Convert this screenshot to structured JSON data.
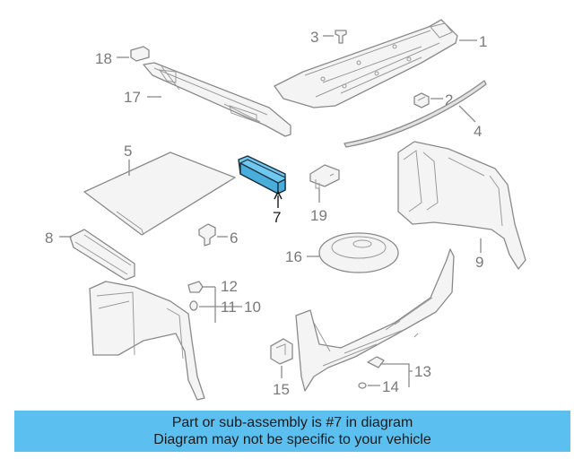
{
  "callouts": {
    "c1": "1",
    "c2": "2",
    "c3": "3",
    "c4": "4",
    "c5": "5",
    "c6": "6",
    "c7": "7",
    "c8": "8",
    "c9": "9",
    "c10": "10",
    "c11": "11",
    "c12": "12",
    "c13": "13",
    "c14": "14",
    "c15": "15",
    "c16": "16",
    "c17": "17",
    "c18": "18",
    "c19": "19"
  },
  "highlighted_part": "7",
  "colors": {
    "highlight": "#6ec8f0",
    "caption_bg": "#5bc0f0",
    "line": "#8a8a8a"
  },
  "caption": {
    "line1": "Part or sub-assembly is #7 in diagram",
    "line2": "Diagram may not be specific to your vehicle"
  }
}
